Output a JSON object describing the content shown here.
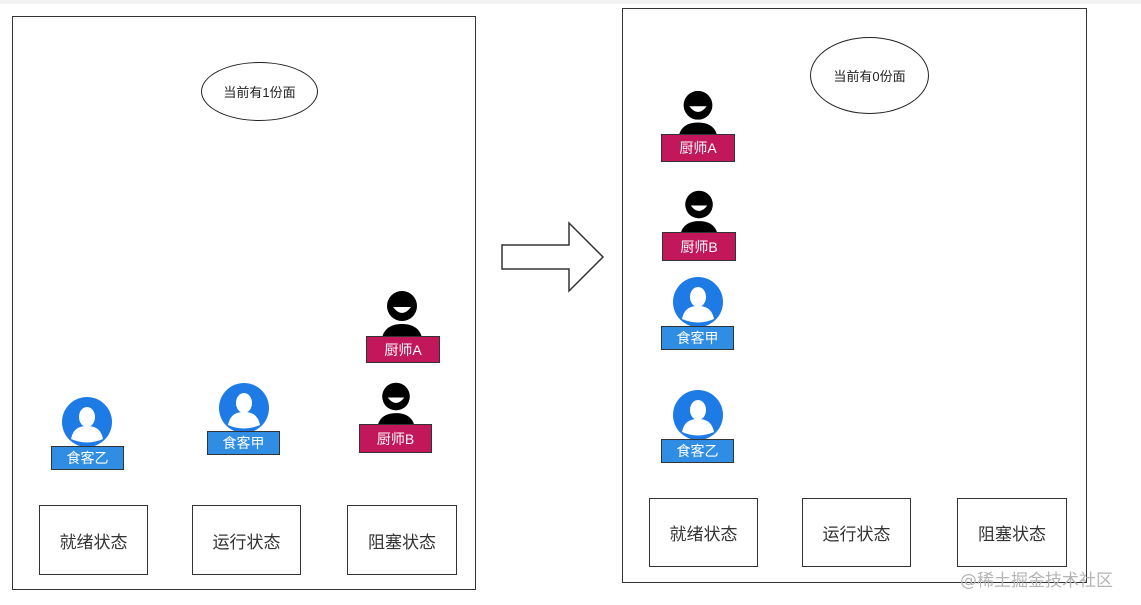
{
  "colors": {
    "chef_label": "#c2185b",
    "diner_label": "#2f8de4",
    "diner_icon": "#1e7be6",
    "chef_icon": "#000000"
  },
  "left_panel": {
    "counter": "当前有1份面",
    "chef_a": "厨师A",
    "chef_b": "厨师B",
    "diner_jia": "食客甲",
    "diner_yi": "食客乙",
    "state_ready": "就绪状态",
    "state_running": "运行状态",
    "state_blocked": "阻塞状态"
  },
  "right_panel": {
    "counter": "当前有0份面",
    "chef_a": "厨师A",
    "chef_b": "厨师B",
    "diner_jia": "食客甲",
    "diner_yi": "食客乙",
    "state_ready": "就绪状态",
    "state_running": "运行状态",
    "state_blocked": "阻塞状态"
  },
  "arrow_icon": "right-arrow-icon",
  "watermark": "@稀土掘金技术社区"
}
